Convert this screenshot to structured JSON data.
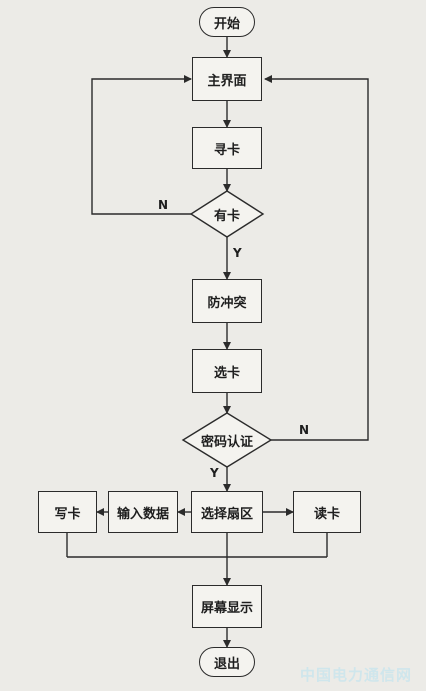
{
  "flowchart": {
    "start": "开始",
    "main_screen": "主界面",
    "find_card": "寻卡",
    "has_card": "有卡",
    "anticollision": "防冲突",
    "select_card": "选卡",
    "password_auth": "密码认证",
    "select_sector": "选择扇区",
    "input_data": "输入数据",
    "write_card": "写卡",
    "read_card": "读卡",
    "screen_display": "屏幕显示",
    "exit": "退出",
    "label_n_has_card": "N",
    "label_y_has_card": "Y",
    "label_n_password": "N",
    "label_y_password": "Y"
  },
  "watermark": "中国电力通信网"
}
